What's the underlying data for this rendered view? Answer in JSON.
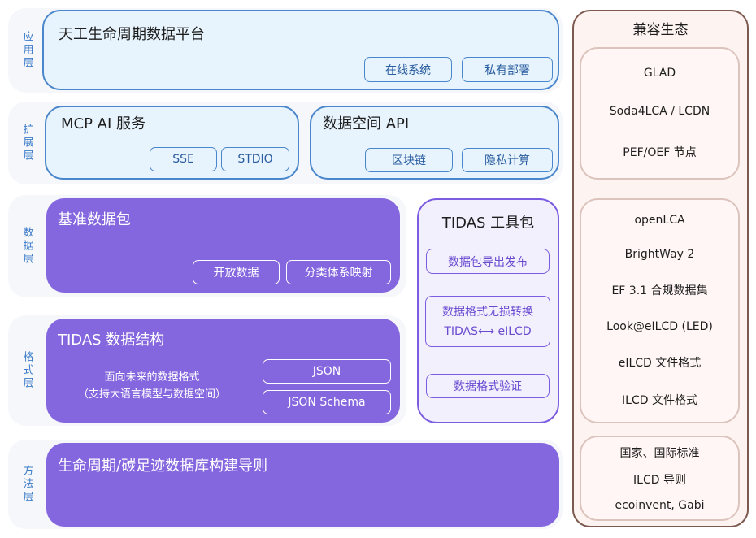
{
  "layers": {
    "app": "应用层",
    "ext": "扩展层",
    "data": "数据层",
    "format": "格式层",
    "method": "方法层"
  },
  "app": {
    "title": "天工生命周期数据平台",
    "buttons": [
      "在线系统",
      "私有部署"
    ]
  },
  "mcp": {
    "title": "MCP AI 服务",
    "buttons": [
      "SSE",
      "STDIO"
    ]
  },
  "space": {
    "title": "数据空间 API",
    "buttons": [
      "区块链",
      "隐私计算"
    ]
  },
  "bench": {
    "title": "基准数据包",
    "buttons": [
      "开放数据",
      "分类体系映射"
    ]
  },
  "struct": {
    "title": "TIDAS 数据结构",
    "desc1": "面向未来的数据格式",
    "desc2": "（支持大语言模型与数据空间）",
    "buttons": [
      "JSON",
      "JSON Schema"
    ]
  },
  "toolkit": {
    "title": "TIDAS 工具包",
    "b1": "数据包导出发布",
    "b2a": "数据格式无损转换",
    "b2b": "TIDAS⟷ eILCD",
    "b3": "数据格式验证"
  },
  "method": {
    "title": "生命周期/碳足迹数据库构建导则"
  },
  "eco": {
    "title": "兼容生态",
    "g1": [
      "GLAD",
      "Soda4LCA / LCDN",
      "PEF/OEF 节点"
    ],
    "g2": [
      "openLCA",
      "BrightWay 2",
      "EF 3.1 合规数据集",
      "Look@eILCD (LED)",
      "eILCD 文件格式",
      "ILCD 文件格式"
    ],
    "g3": [
      "国家、国际标准",
      "ILCD 导则",
      "ecoinvent, Gabi"
    ]
  }
}
